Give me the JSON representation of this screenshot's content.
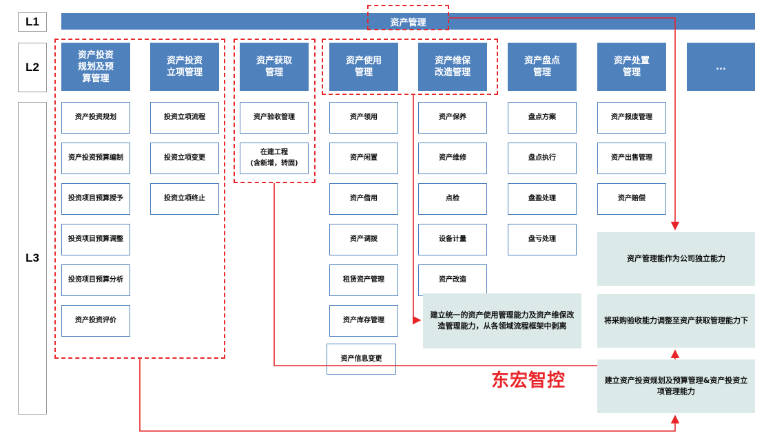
{
  "levels": {
    "l1": "L1",
    "l2": "L2",
    "l3": "L3"
  },
  "top_bar": {
    "title": "资产管理"
  },
  "l2_nodes": [
    "资产投资\n规划及预\n算管理",
    "资产投资\n立项管理",
    "资产获取\n管理",
    "资产使用\n管理",
    "资产维保\n改造管理",
    "资产盘点\n管理",
    "资产处置\n管理",
    "..."
  ],
  "l3_columns": {
    "investment_planning": [
      "资产投资规划",
      "资产投资预算编制",
      "投资项目预算授予",
      "投资项目预算调整",
      "投资项目预算分析",
      "资产投资评价"
    ],
    "project_approval": [
      "投资立项流程",
      "投资立项变更",
      "投资立项终止"
    ],
    "acquisition": [
      "资产验收管理",
      "在建工程\n(含新增，转固)"
    ],
    "usage": [
      "资产领用",
      "资产闲置",
      "资产借用",
      "资产调拨",
      "租赁资产管理",
      "资产库存管理",
      "资产信息变更"
    ],
    "maintenance": [
      "资产保养",
      "资产维修",
      "点检",
      "设备计量",
      "资产改造"
    ],
    "inventory": [
      "盘点方案",
      "盘点执行",
      "盘盈处理",
      "盘亏处理"
    ],
    "disposal": [
      "资产报废管理",
      "资产出售管理",
      "资产赔偿"
    ]
  },
  "notes": {
    "usage_maintenance": "建立统一的资产使用管理能力及资产维保改造管理能力，从各领域流程框架中剥离",
    "independent": "资产管理能作为公司独立能力",
    "procurement": "将采购验收能力调整至资产获取管理能力下",
    "investment": "建立资产投资规划及预算管理&资产投资立项管理能力"
  },
  "watermark": "东宏智控",
  "colors": {
    "node_blue": "#4f81bd",
    "arrow_red": "#e8262a",
    "note_bg": "#dbeae8"
  }
}
